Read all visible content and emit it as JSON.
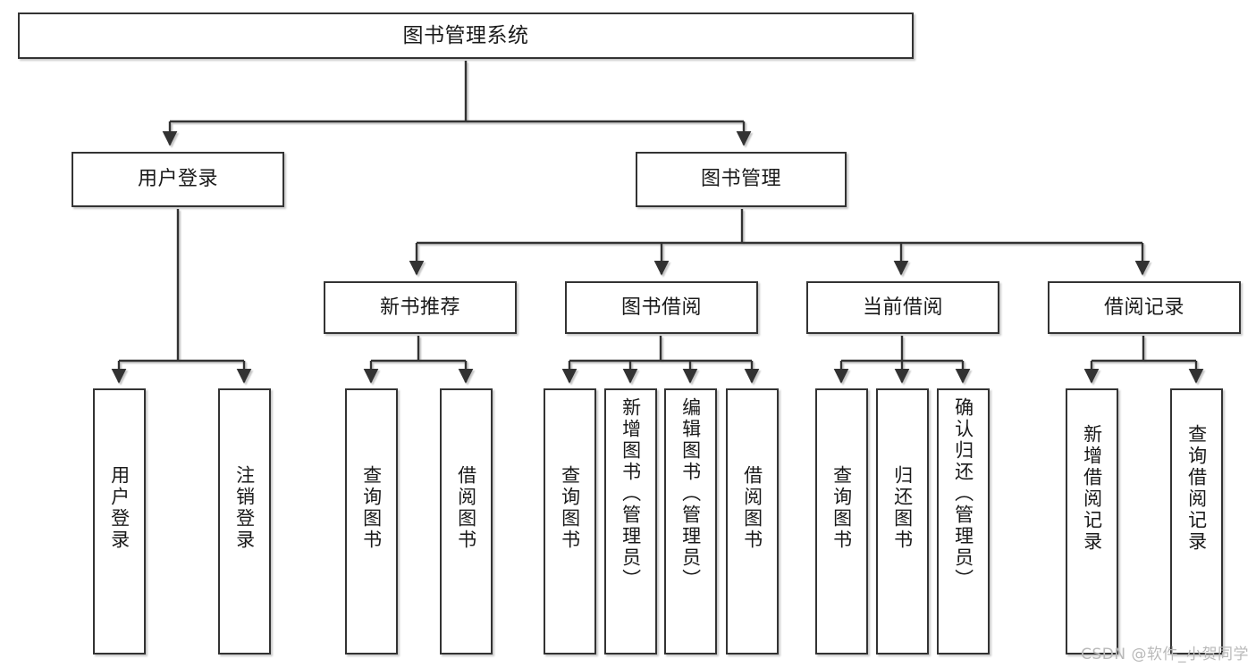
{
  "diagram": {
    "title": "图书管理系统",
    "style": {
      "box_border_color": "#333333",
      "box_fill_color": "#ffffff",
      "line_color": "#333333",
      "text_color": "#1a1a1a",
      "background": "#ffffff",
      "watermark_color": "#b9b9b9"
    },
    "watermark": "CSDN @软件_小贺同学",
    "nodes": {
      "root": {
        "label": "图书管理系统"
      },
      "level2": [
        {
          "id": "user-login",
          "label": "用户登录"
        },
        {
          "id": "book-management",
          "label": "图书管理"
        }
      ],
      "level3": [
        {
          "id": "new-book-recommend",
          "label": "新书推荐"
        },
        {
          "id": "book-borrow",
          "label": "图书借阅"
        },
        {
          "id": "current-borrow",
          "label": "当前借阅"
        },
        {
          "id": "borrow-record",
          "label": "借阅记录"
        }
      ],
      "leaves": [
        {
          "id": "leaf-user-login",
          "label": "用户登录",
          "parent": "user-login"
        },
        {
          "id": "leaf-user-logout",
          "label": "注销登录",
          "parent": "user-login"
        },
        {
          "id": "leaf-query-book-1",
          "label": "查询图书",
          "parent": "new-book-recommend"
        },
        {
          "id": "leaf-borrow-book-1",
          "label": "借阅图书",
          "parent": "new-book-recommend"
        },
        {
          "id": "leaf-query-book-2",
          "label": "查询图书",
          "parent": "book-borrow"
        },
        {
          "id": "leaf-add-book",
          "label": "新增图书（管理员）",
          "parent": "book-borrow"
        },
        {
          "id": "leaf-edit-book",
          "label": "编辑图书（管理员）",
          "parent": "book-borrow"
        },
        {
          "id": "leaf-borrow-book-2",
          "label": "借阅图书",
          "parent": "book-borrow"
        },
        {
          "id": "leaf-query-book-3",
          "label": "查询图书",
          "parent": "current-borrow"
        },
        {
          "id": "leaf-return-book",
          "label": "归还图书",
          "parent": "current-borrow"
        },
        {
          "id": "leaf-confirm-return",
          "label": "确认归还（管理员）",
          "parent": "current-borrow"
        },
        {
          "id": "leaf-add-record",
          "label": "新增借阅记录",
          "parent": "borrow-record"
        },
        {
          "id": "leaf-query-record",
          "label": "查询借阅记录",
          "parent": "borrow-record"
        }
      ]
    }
  }
}
